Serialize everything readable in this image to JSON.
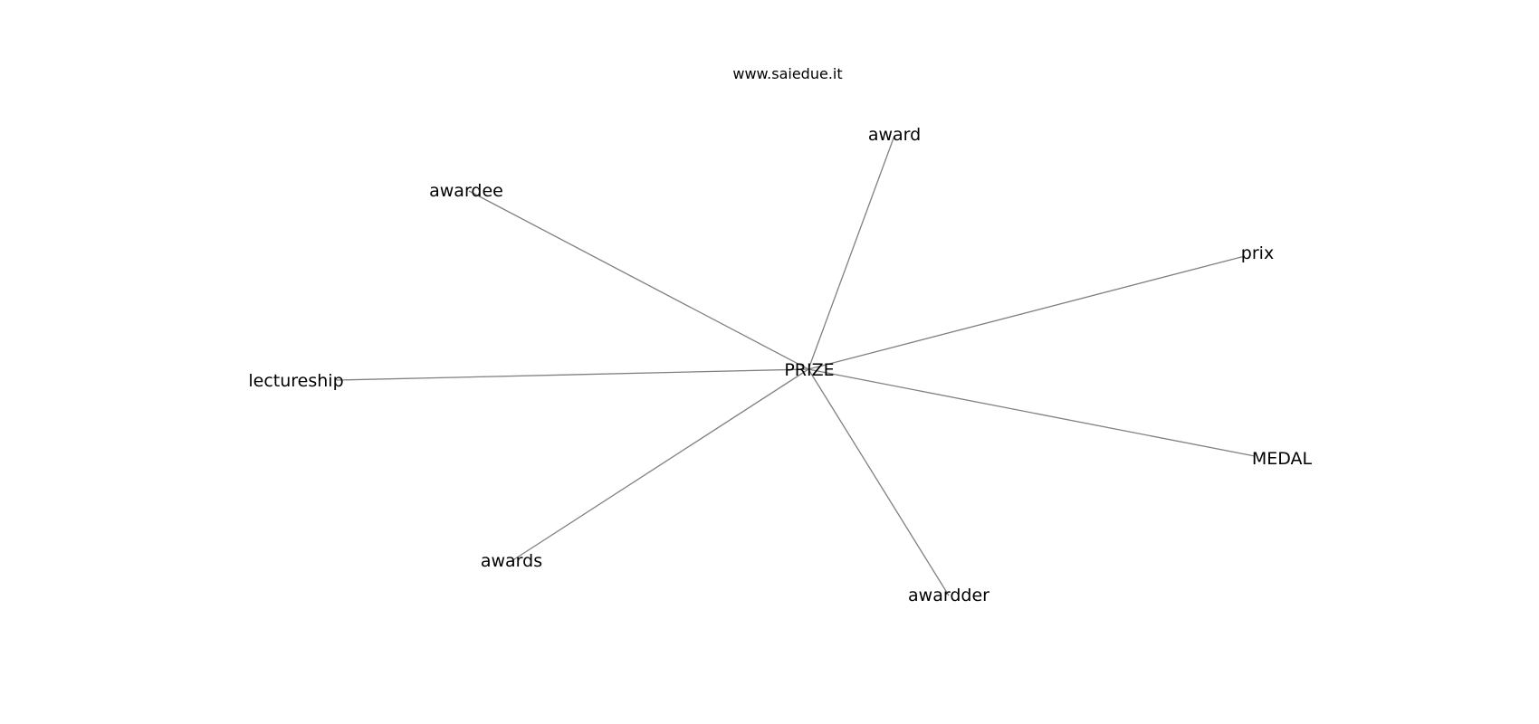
{
  "watermark": "www.saiedue.it",
  "graph": {
    "center": "PRIZE",
    "neighbors": [
      "award",
      "awardee",
      "prix",
      "lectureship",
      "MEDAL",
      "awards",
      "awardder"
    ]
  },
  "colors": {
    "edge": "#808080",
    "text": "#000000",
    "background": "#ffffff"
  }
}
